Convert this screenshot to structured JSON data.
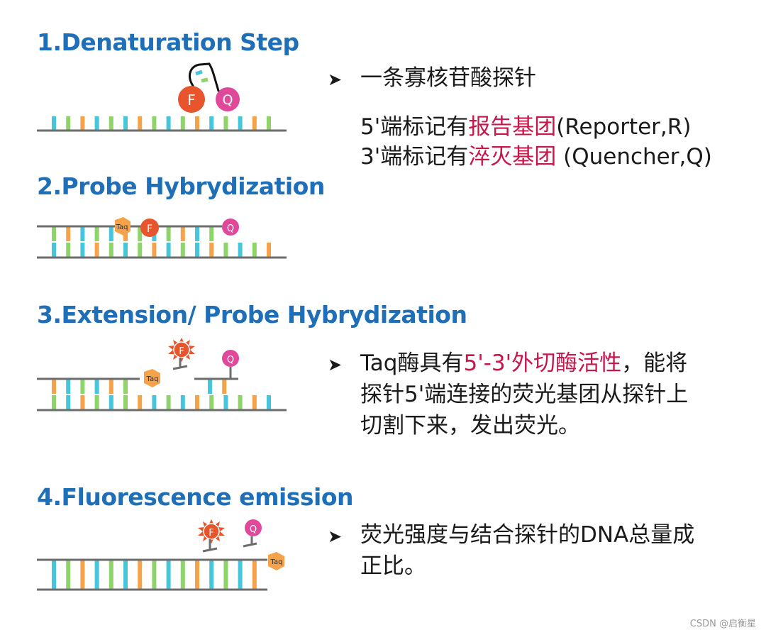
{
  "steps": [
    {
      "title": "1.Denaturation Step"
    },
    {
      "title": "2.Probe Hybrydization"
    },
    {
      "title": "3.Extension/ Probe Hybrydization"
    },
    {
      "title": "4.Fluorescence emission"
    }
  ],
  "labels": {
    "F": "F",
    "Q": "Q",
    "taq": "Taq"
  },
  "notes": {
    "n1": {
      "arrow": "➤",
      "line1": "一条寡核苷酸探针",
      "line2a": "5'端标记有",
      "line2b": "报告基团",
      "line2c": "(Reporter,R)",
      "line3a": "3'端标记有",
      "line3b": "淬灭基团",
      "line3c": " (Quencher,Q)"
    },
    "n3": {
      "arrow": "➤",
      "line1a": "Taq酶具有",
      "line1b": "5'-3'外切酶活性",
      "line1c": "，能将",
      "line2": "探针5'端连接的荧光基团从探针上",
      "line3": "切割下来，发出荧光。"
    },
    "n4": {
      "arrow": "➤",
      "line1": "荧光强度与结合探针的DNA总量成",
      "line2": "正比。"
    }
  },
  "colors": {
    "title": "#1f6fb8",
    "highlight": "#c8164b",
    "fluor": "#e8542c",
    "quencher": "#e0489a",
    "taq": "#f5a24b"
  },
  "watermark": "CSDN @启衡星"
}
